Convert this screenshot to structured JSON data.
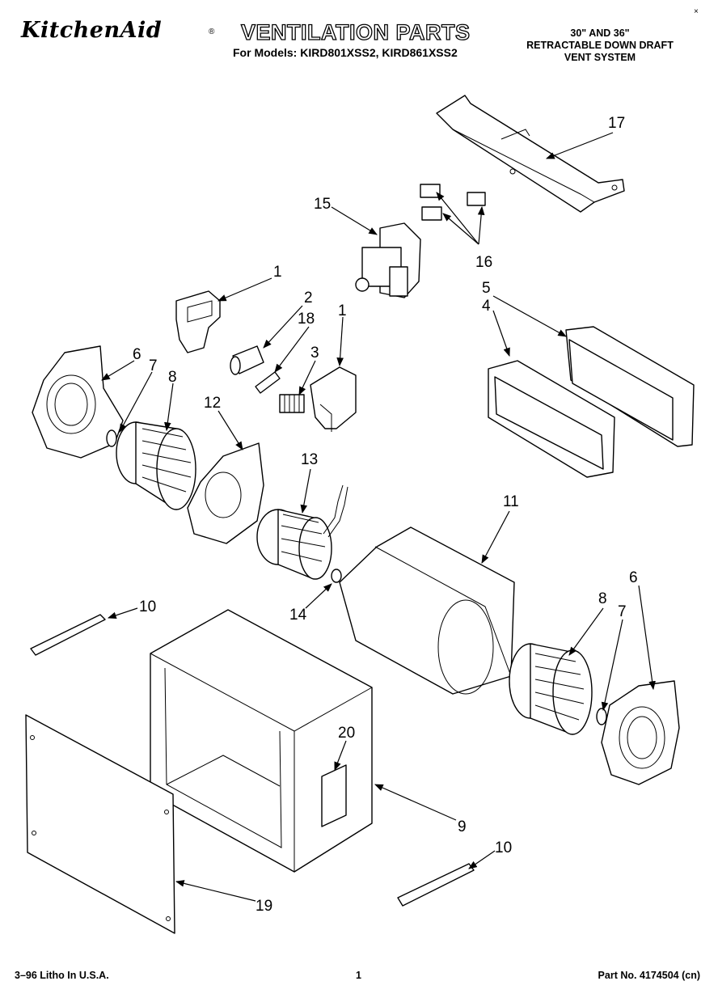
{
  "header": {
    "brand": "KitchenAid",
    "brand_mark": "®",
    "title": "VENTILATION PARTS",
    "models": "For Models: KIRD801XSS2, KIRD861XSS2",
    "system_lines": [
      "30\" AND 36\"",
      "RETRACTABLE DOWN DRAFT",
      "VENT SYSTEM"
    ],
    "corner_mark": "×"
  },
  "callouts": [
    {
      "id": "c17",
      "label": "17"
    },
    {
      "id": "c15",
      "label": "15"
    },
    {
      "id": "c16",
      "label": "16"
    },
    {
      "id": "c1a",
      "label": "1"
    },
    {
      "id": "c2",
      "label": "2"
    },
    {
      "id": "c18",
      "label": "18"
    },
    {
      "id": "c1b",
      "label": "1"
    },
    {
      "id": "c3",
      "label": "3"
    },
    {
      "id": "c5",
      "label": "5"
    },
    {
      "id": "c4",
      "label": "4"
    },
    {
      "id": "c6a",
      "label": "6"
    },
    {
      "id": "c7a",
      "label": "7"
    },
    {
      "id": "c8a",
      "label": "8"
    },
    {
      "id": "c12",
      "label": "12"
    },
    {
      "id": "c13",
      "label": "13"
    },
    {
      "id": "c11",
      "label": "11"
    },
    {
      "id": "c6b",
      "label": "6"
    },
    {
      "id": "c8b",
      "label": "8"
    },
    {
      "id": "c7b",
      "label": "7"
    },
    {
      "id": "c14",
      "label": "14"
    },
    {
      "id": "c10a",
      "label": "10"
    },
    {
      "id": "c20",
      "label": "20"
    },
    {
      "id": "c9",
      "label": "9"
    },
    {
      "id": "c10b",
      "label": "10"
    },
    {
      "id": "c19",
      "label": "19"
    }
  ],
  "footer": {
    "left": "3–96 Litho In U.S.A.",
    "center": "1",
    "right": "Part No. 4174504 (cn)"
  }
}
